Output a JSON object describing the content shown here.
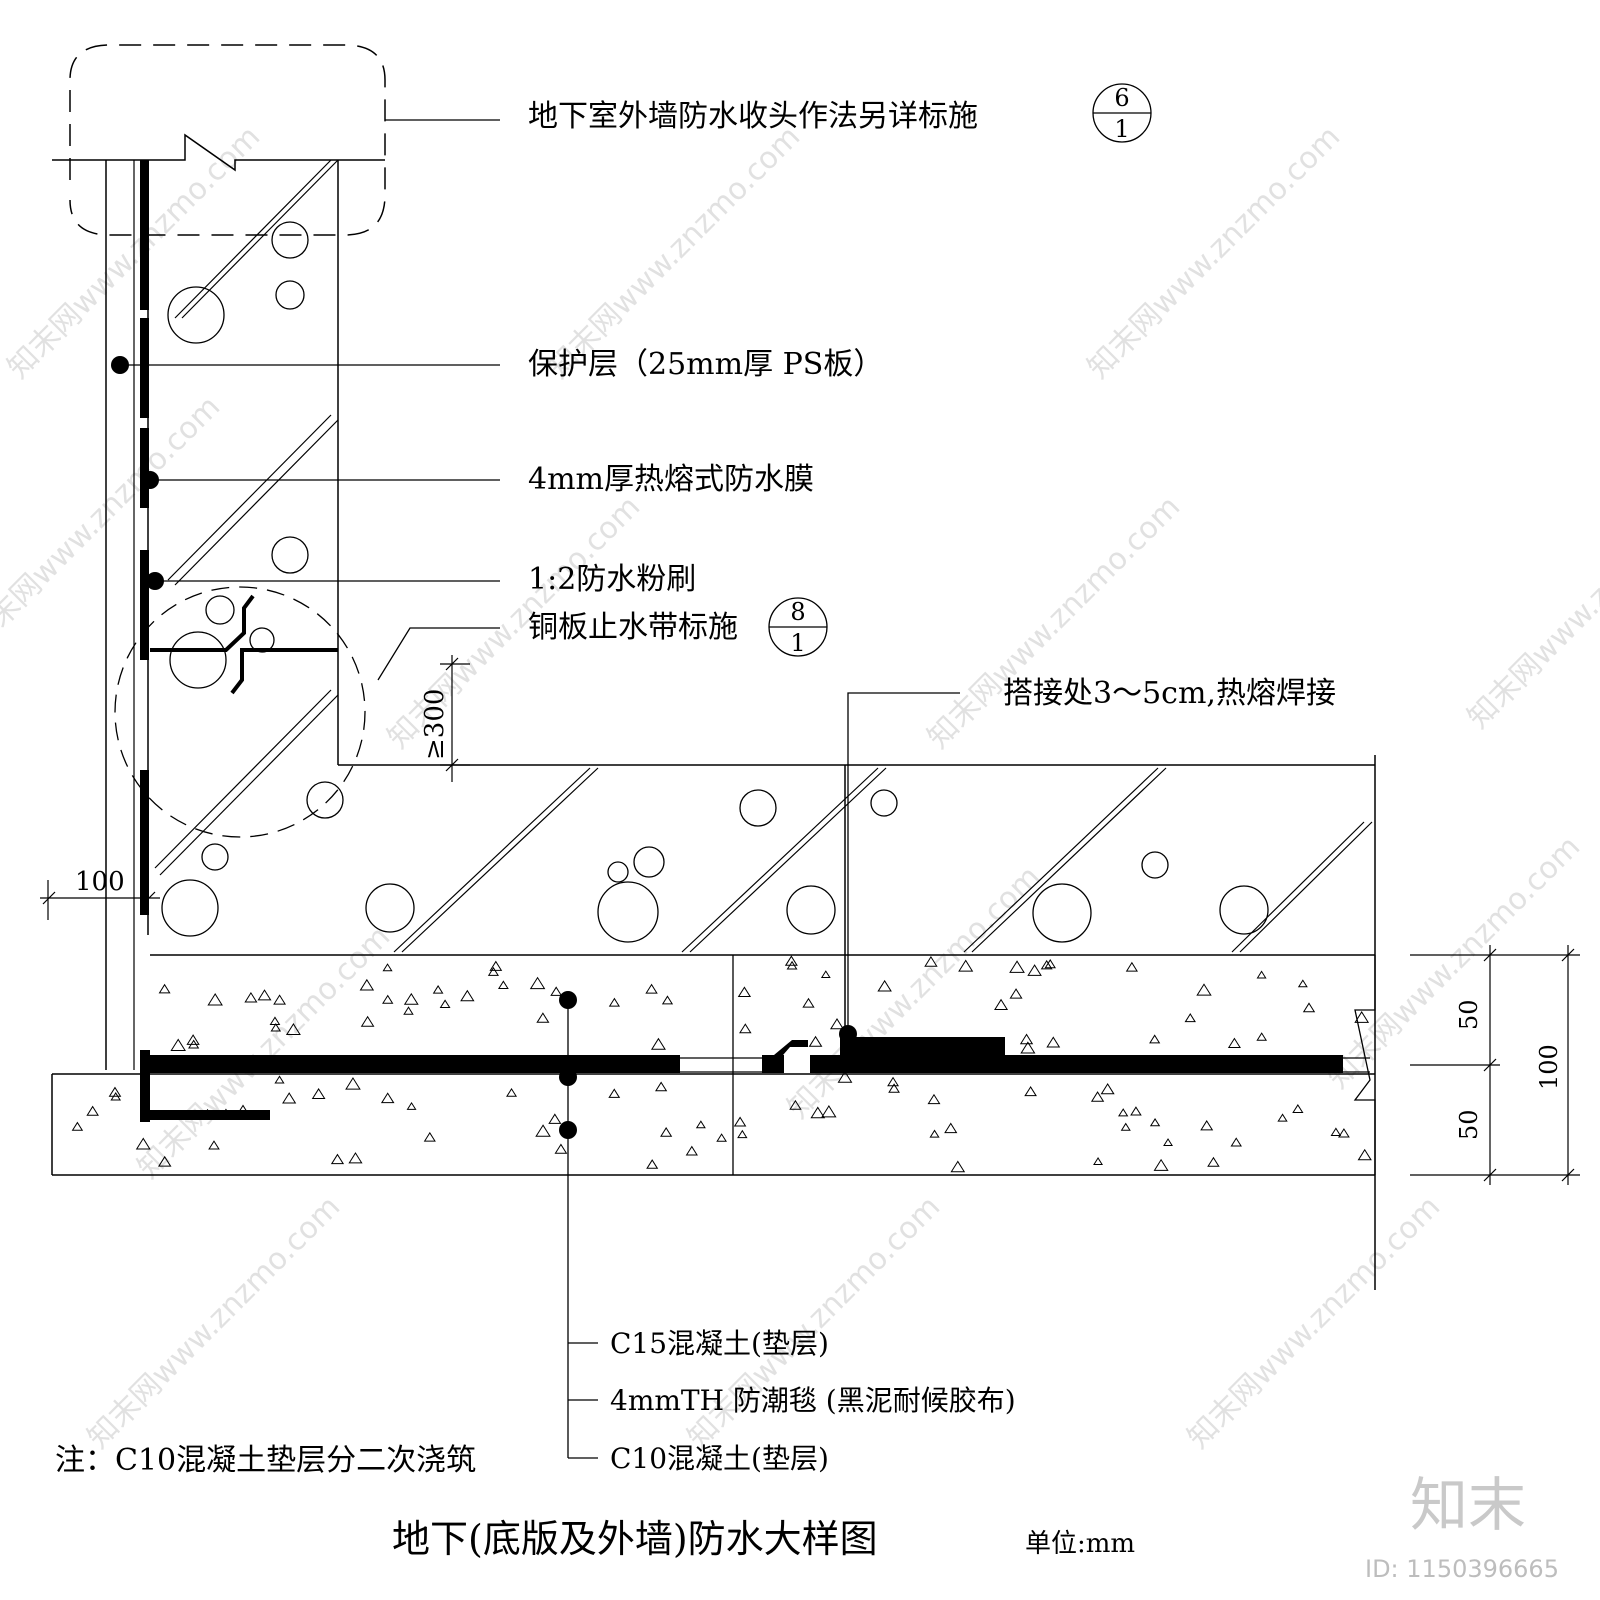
{
  "labels": {
    "wall_termination": "地下室外墙防水收头作法另详标施",
    "protective_layer": "保护层（25mm厚 PS板）",
    "membrane": "4mm厚热熔式防水膜",
    "plaster": "1:2防水粉刷",
    "copper_waterstop": "铜板止水带标施",
    "overlap": "搭接处3～5cm,热熔焊接",
    "c15": "C15混凝土(垫层)",
    "moisture_mat": "4mmTH 防潮毯 (黑泥耐候胶布)",
    "c10": "C10混凝土(垫层)",
    "note": "注：C10混凝土垫层分二次浇筑"
  },
  "refs": {
    "ref1_top": "6",
    "ref1_bottom": "1",
    "ref2_top": "8",
    "ref2_bottom": "1"
  },
  "dimensions": {
    "min_height": "≥300",
    "wall_offset": "100",
    "upper_layer": "50",
    "lower_layer": "50",
    "total": "100"
  },
  "title": {
    "main": "地下(底版及外墙)防水大样图",
    "unit": "单位:mm"
  },
  "watermark": {
    "text": "知末网www.znzmo.com",
    "logo": "知末",
    "id": "ID: 1150396665"
  }
}
